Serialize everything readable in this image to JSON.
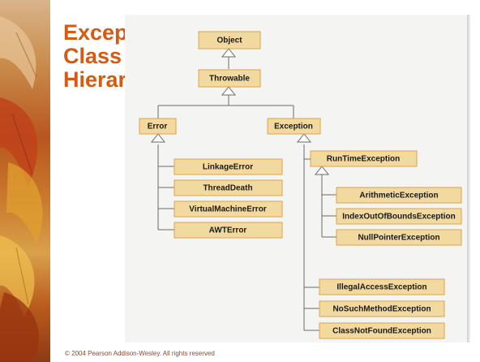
{
  "title_lines": [
    "Exceptions",
    "Class",
    "Hierarchy"
  ],
  "footer": "© 2004 Pearson Addison-Wesley. All rights reserved",
  "nodes": {
    "object": "Object",
    "throwable": "Throwable",
    "error": "Error",
    "exception": "Exception",
    "linkage_error": "LinkageError",
    "thread_death": "ThreadDeath",
    "virtual_machine_error": "VirtualMachineError",
    "awt_error": "AWTError",
    "runtime_exception": "RunTimeException",
    "arithmetic_exception": "ArithmeticException",
    "index_out_of_bounds_exception": "IndexOutOfBoundsException",
    "null_pointer_exception": "NullPointerException",
    "illegal_access_exception": "IllegalAccessException",
    "no_such_method_exception": "NoSuchMethodException",
    "class_not_found_exception": "ClassNotFoundException"
  },
  "edges": [
    [
      "throwable",
      "object"
    ],
    [
      "error",
      "throwable"
    ],
    [
      "exception",
      "throwable"
    ],
    [
      "linkage_error",
      "error"
    ],
    [
      "thread_death",
      "error"
    ],
    [
      "virtual_machine_error",
      "error"
    ],
    [
      "awt_error",
      "error"
    ],
    [
      "runtime_exception",
      "exception"
    ],
    [
      "arithmetic_exception",
      "runtime_exception"
    ],
    [
      "index_out_of_bounds_exception",
      "runtime_exception"
    ],
    [
      "null_pointer_exception",
      "runtime_exception"
    ],
    [
      "illegal_access_exception",
      "exception"
    ],
    [
      "no_such_method_exception",
      "exception"
    ],
    [
      "class_not_found_exception",
      "exception"
    ]
  ],
  "colors": {
    "title": "#d55a12",
    "node_fill": "#f2d9a0",
    "node_border": "#d9a44a",
    "connector": "#6a6a6a"
  }
}
